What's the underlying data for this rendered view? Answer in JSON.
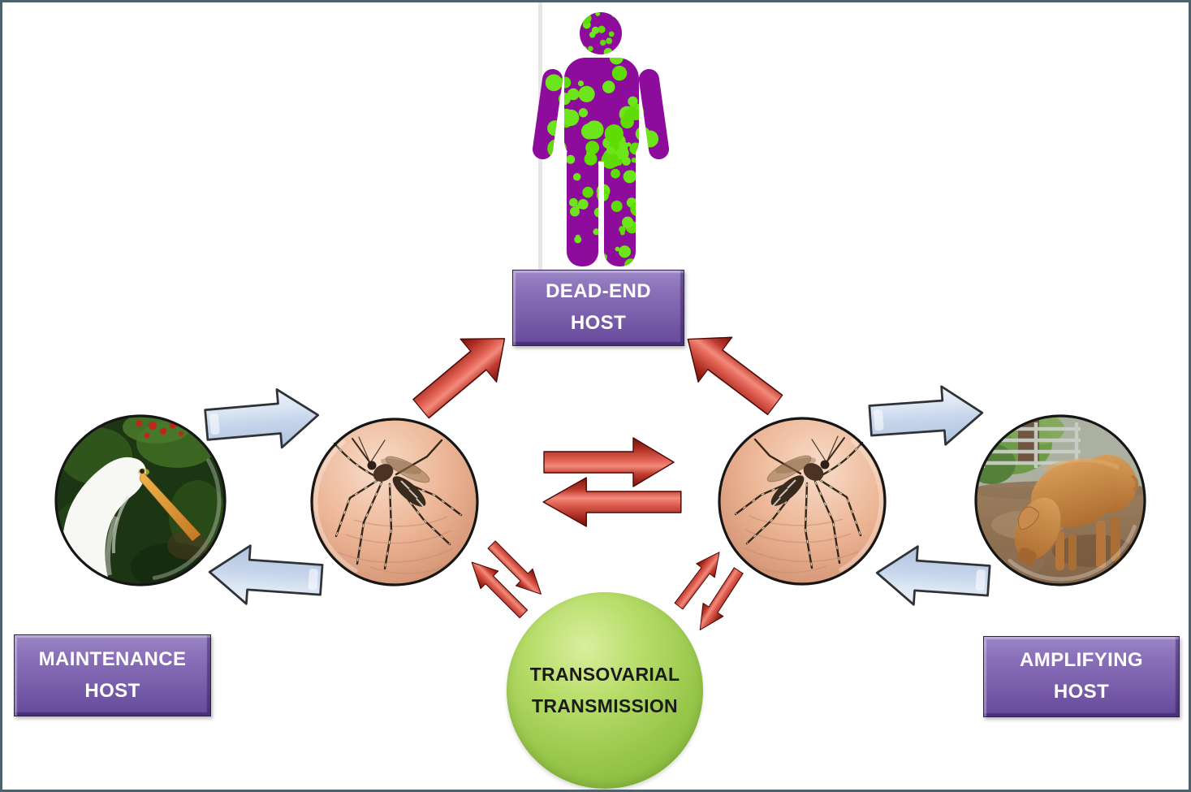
{
  "canvas": {
    "background": "#FFFFFF",
    "border_color": "#4E626D"
  },
  "nodes": {
    "dead_end_host": {
      "lines": [
        "DEAD-END",
        "HOST"
      ],
      "shape": "beveled-box",
      "fill": "#7A5FAC",
      "text_color": "#FFFFFF"
    },
    "maintenance_host": {
      "lines": [
        "MAINTENANCE",
        "HOST"
      ],
      "shape": "beveled-box",
      "fill": "#7A5FAC",
      "text_color": "#FFFFFF"
    },
    "amplifying_host": {
      "lines": [
        "AMPLIFYING",
        "HOST"
      ],
      "shape": "beveled-box",
      "fill": "#7A5FAC",
      "text_color": "#FFFFFF"
    },
    "transovarial_transmission": {
      "lines": [
        "TRANSOVARIAL",
        "TRANSMISSION"
      ],
      "shape": "circle",
      "fill": "#97C64A",
      "text_color": "#1B1B1B"
    },
    "infected_human": {
      "icon": "infected-human-icon",
      "body_color": "#8E0C9B",
      "spot_color": "#5FDC04"
    },
    "egret": {
      "icon": "egret-photo"
    },
    "mosquito_left": {
      "icon": "mosquito-photo"
    },
    "mosquito_right": {
      "icon": "mosquito-photo"
    },
    "pig": {
      "icon": "pig-photo"
    }
  },
  "edges": [
    {
      "from": "maintenance_host",
      "to": "mosquito_left",
      "style": "blue-block-arrow"
    },
    {
      "from": "mosquito_left",
      "to": "maintenance_host",
      "style": "blue-block-arrow"
    },
    {
      "from": "mosquito_left",
      "to": "dead_end_host",
      "style": "red-3d-arrow"
    },
    {
      "from": "mosquito_right",
      "to": "dead_end_host",
      "style": "red-3d-arrow"
    },
    {
      "from": "mosquito_left",
      "to": "mosquito_right",
      "style": "red-3d-arrow"
    },
    {
      "from": "mosquito_right",
      "to": "mosquito_left",
      "style": "red-3d-arrow"
    },
    {
      "from": "mosquito_left",
      "to": "transovarial_transmission",
      "style": "red-3d-arrow"
    },
    {
      "from": "transovarial_transmission",
      "to": "mosquito_left",
      "style": "red-3d-arrow"
    },
    {
      "from": "mosquito_right",
      "to": "transovarial_transmission",
      "style": "red-3d-arrow"
    },
    {
      "from": "transovarial_transmission",
      "to": "mosquito_right",
      "style": "red-3d-arrow"
    },
    {
      "from": "mosquito_right",
      "to": "amplifying_host",
      "style": "blue-block-arrow"
    },
    {
      "from": "amplifying_host",
      "to": "mosquito_right",
      "style": "blue-block-arrow"
    }
  ],
  "colors": {
    "red_arrow": "#C23B2E",
    "blue_arrow": "#C6D5EB",
    "purple_box": "#7A5FAC",
    "green_circle": "#97C64A",
    "human_body": "#8E0C9B",
    "virus_spots": "#5FDC04"
  }
}
